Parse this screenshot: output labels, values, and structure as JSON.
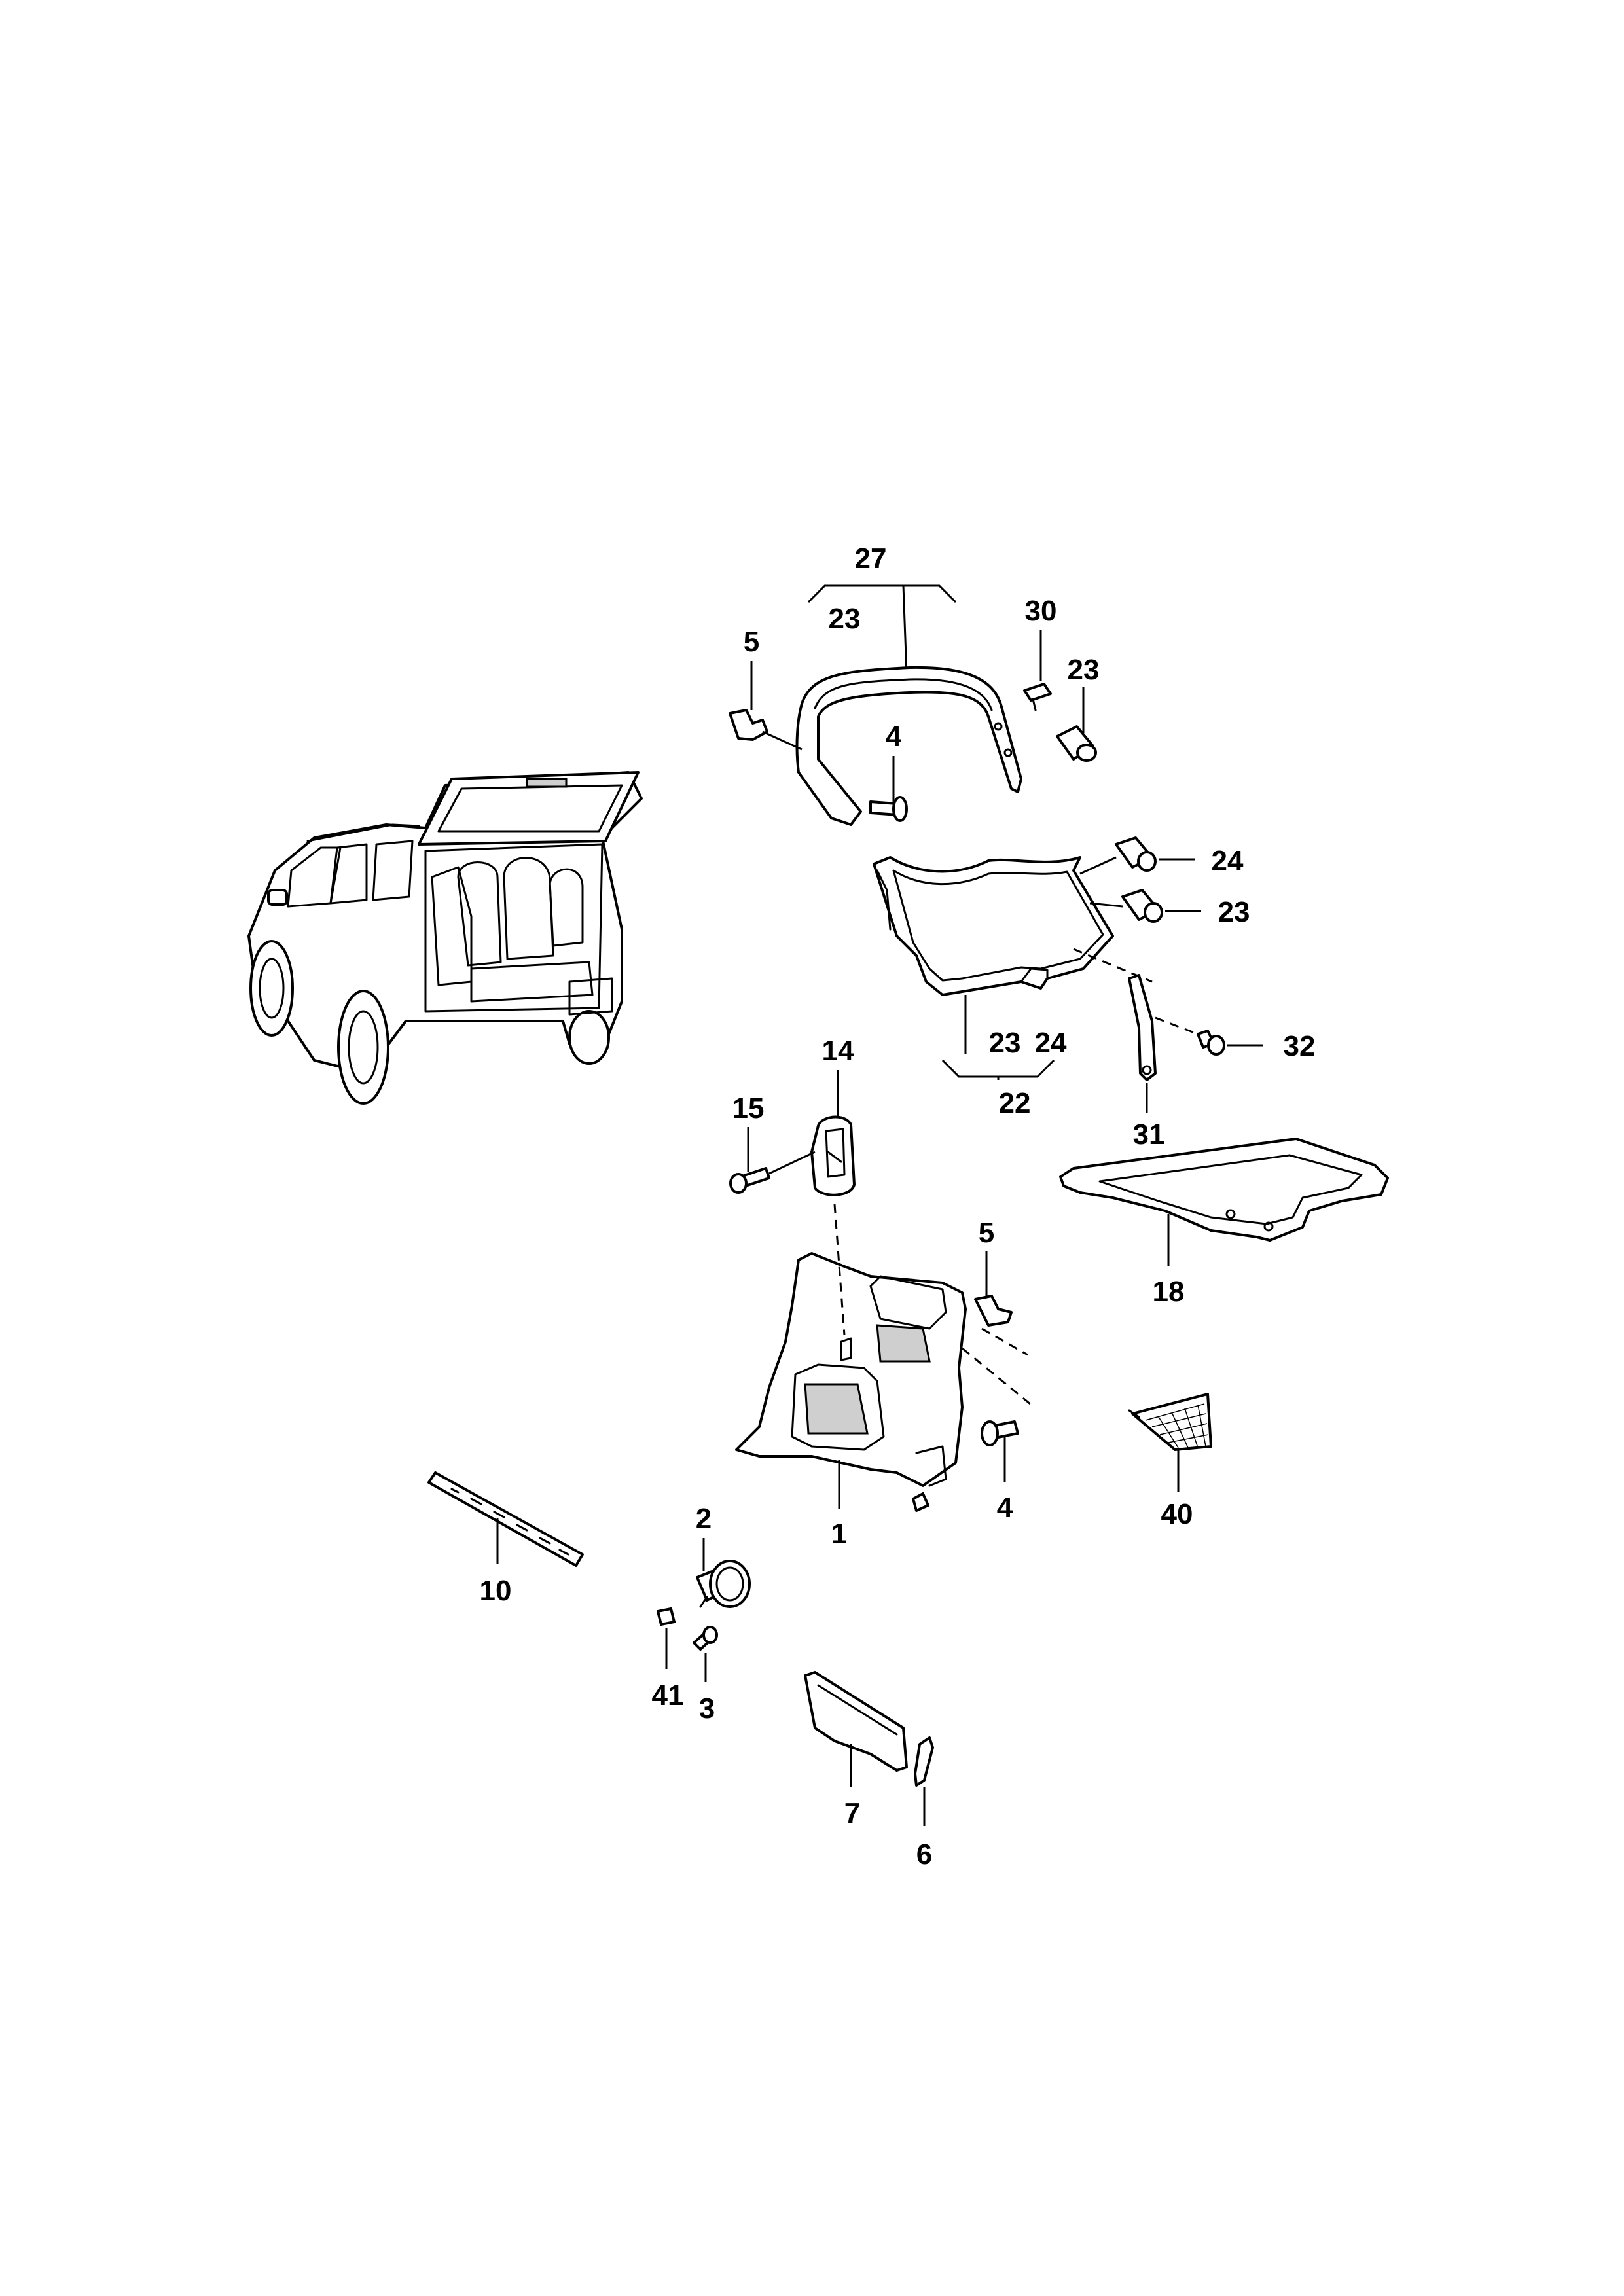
{
  "callouts": {
    "c27": "27",
    "c23_top": "23",
    "c30": "30",
    "c5_top": "5",
    "c23_right_top": "23",
    "c4_top": "4",
    "c24_right": "24",
    "c23_right_mid": "23",
    "c32": "32",
    "c23_bottom": "23",
    "c24_bottom": "24",
    "c22": "22",
    "c31": "31",
    "c14": "14",
    "c15": "15",
    "c5_mid": "5",
    "c18": "18",
    "c4_mid": "4",
    "c1": "1",
    "c40": "40",
    "c10": "10",
    "c2": "2",
    "c41": "41",
    "c3": "3",
    "c7": "7",
    "c6": "6"
  },
  "icons": [
    "vehicle-overview",
    "tailgate-trim-strip",
    "tailgate-panel",
    "side-trim-panel",
    "floor-cover",
    "luggage-net",
    "clip",
    "screw",
    "hook",
    "grille-strip",
    "lamp",
    "pocket"
  ]
}
